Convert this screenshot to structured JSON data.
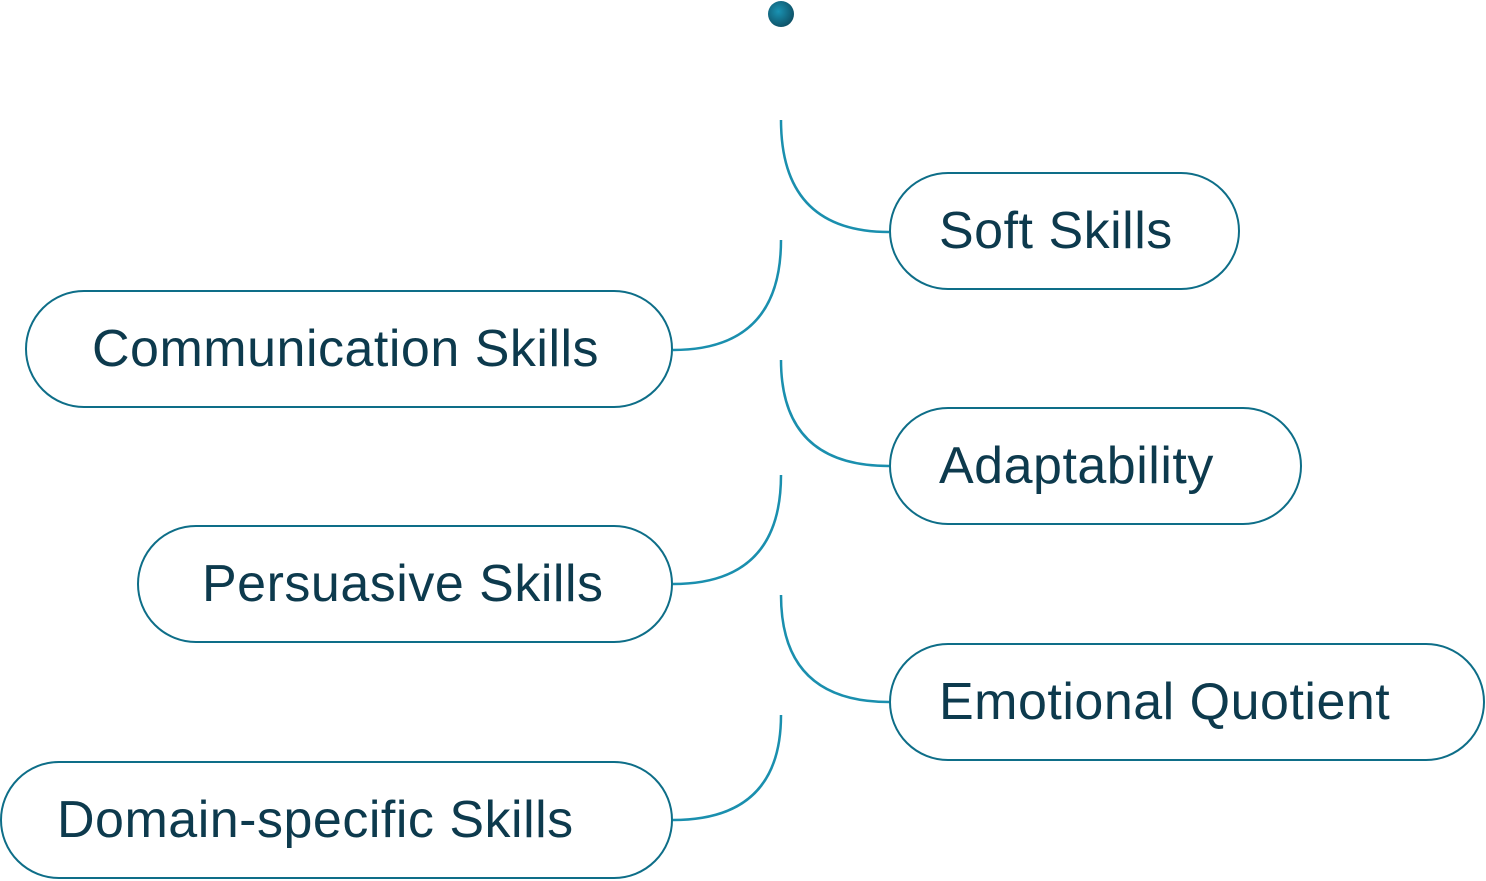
{
  "diagram": {
    "colors": {
      "line": "#1a8fae",
      "border": "#0e6e88",
      "text": "#0d3a4d",
      "node": "#0f5f78"
    },
    "items": [
      {
        "label": "Soft Skills"
      },
      {
        "label": "Communication Skills"
      },
      {
        "label": "Adaptability"
      },
      {
        "label": "Persuasive Skills"
      },
      {
        "label": "Emotional Quotient"
      },
      {
        "label": "Domain-specific Skills"
      }
    ]
  }
}
